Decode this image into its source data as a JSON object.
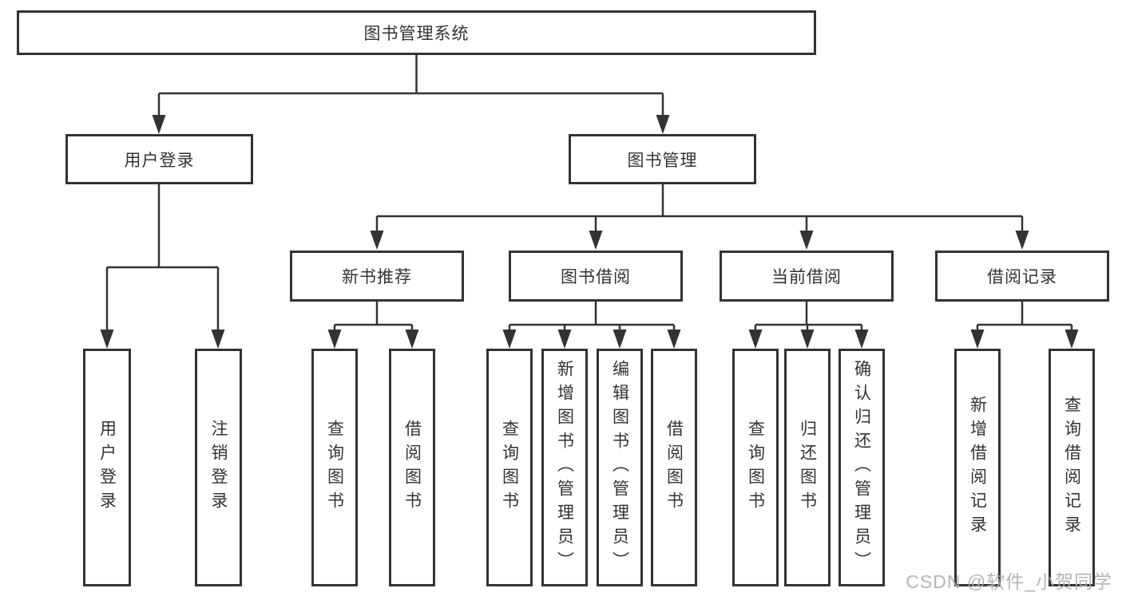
{
  "diagram": {
    "root": {
      "label": "图书管理系统"
    },
    "branches": [
      {
        "label": "用户登录",
        "children": [
          {
            "label": "用户登录"
          },
          {
            "label": "注销登录"
          }
        ]
      },
      {
        "label": "图书管理",
        "children": [
          {
            "label": "新书推荐",
            "children": [
              {
                "label": "查询图书"
              },
              {
                "label": "借阅图书"
              }
            ]
          },
          {
            "label": "图书借阅",
            "children": [
              {
                "label": "查询图书"
              },
              {
                "label": "新增图书（管理员）"
              },
              {
                "label": "编辑图书（管理员）"
              },
              {
                "label": "借阅图书"
              }
            ]
          },
          {
            "label": "当前借阅",
            "children": [
              {
                "label": "查询图书"
              },
              {
                "label": "归还图书"
              },
              {
                "label": "确认归还（管理员）"
              }
            ]
          },
          {
            "label": "借阅记录",
            "children": [
              {
                "label": "新增借阅记录"
              },
              {
                "label": "查询借阅记录"
              }
            ]
          }
        ]
      }
    ]
  },
  "watermark": {
    "text": "CSDN @软件_小贺同学"
  },
  "colors": {
    "line": "#333333",
    "box_border": "#333333",
    "box_background": "#ffffff",
    "text": "#333333",
    "watermark": "#aeaeae"
  }
}
